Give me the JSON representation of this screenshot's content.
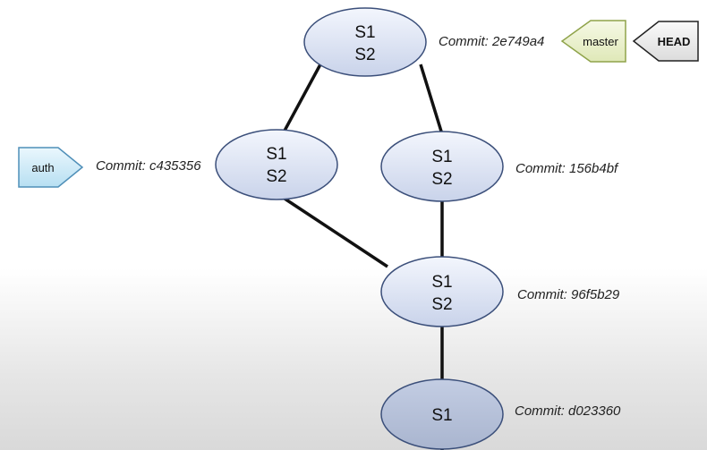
{
  "commits": [
    {
      "id": "2e749a4",
      "label": "Commit: 2e749a4",
      "lines": [
        "S1",
        "S2"
      ]
    },
    {
      "id": "c435356",
      "label": "Commit: c435356",
      "lines": [
        "S1",
        "S2"
      ]
    },
    {
      "id": "156b4bf",
      "label": "Commit: 156b4bf",
      "lines": [
        "S1",
        "S2"
      ]
    },
    {
      "id": "96f5b29",
      "label": "Commit: 96f5b29",
      "lines": [
        "S1",
        "S2"
      ]
    },
    {
      "id": "d023360",
      "label": "Commit: d023360",
      "lines": [
        "S1"
      ]
    }
  ],
  "refs": {
    "master": "master",
    "head": "HEAD",
    "auth": "auth"
  },
  "colors": {
    "node_fill_light": "#e9eefa",
    "node_fill_dark": "#c6d0e6",
    "node_stroke": "#3b4f7a",
    "master_fill": "#eef3d6",
    "master_stroke": "#8fa34a",
    "head_fill": "#efefef",
    "auth_fill": "#d6eefa",
    "auth_stroke": "#4f8fb8"
  }
}
